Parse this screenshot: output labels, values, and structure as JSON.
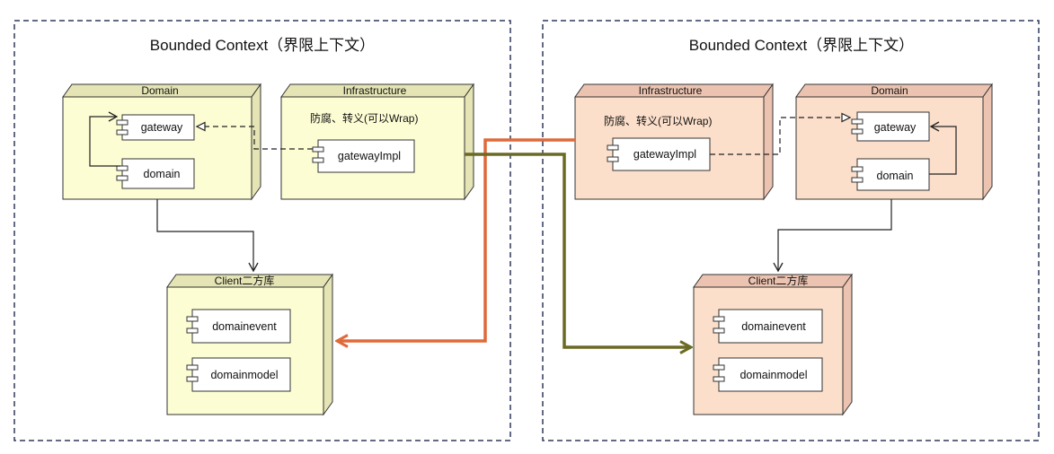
{
  "contexts": [
    {
      "title": "Bounded Context（界限上下文）",
      "domain": {
        "title": "Domain",
        "components": [
          "gateway",
          "domain"
        ]
      },
      "infrastructure": {
        "title": "Infrastructure",
        "note": "防腐、转义(可以Wrap)",
        "component": "gatewayImpl"
      },
      "client": {
        "title": "Client二方库",
        "components": [
          "domainevent",
          "domainmodel"
        ]
      }
    },
    {
      "title": "Bounded Context（界限上下文）",
      "domain": {
        "title": "Domain",
        "components": [
          "gateway",
          "domain"
        ]
      },
      "infrastructure": {
        "title": "Infrastructure",
        "note": "防腐、转义(可以Wrap)",
        "component": "gatewayImpl"
      },
      "client": {
        "title": "Client二方库",
        "components": [
          "domainevent",
          "domainmodel"
        ]
      }
    }
  ],
  "colors": {
    "left_node_fill": "#fdfdd4",
    "left_node_side": "#e4e4b4",
    "right_node_fill": "#fbdfca",
    "right_node_side": "#ecc3b0",
    "orange_arrow": "#de6a3a",
    "olive_arrow": "#6b6a24",
    "frame": "#2e3a5a"
  }
}
